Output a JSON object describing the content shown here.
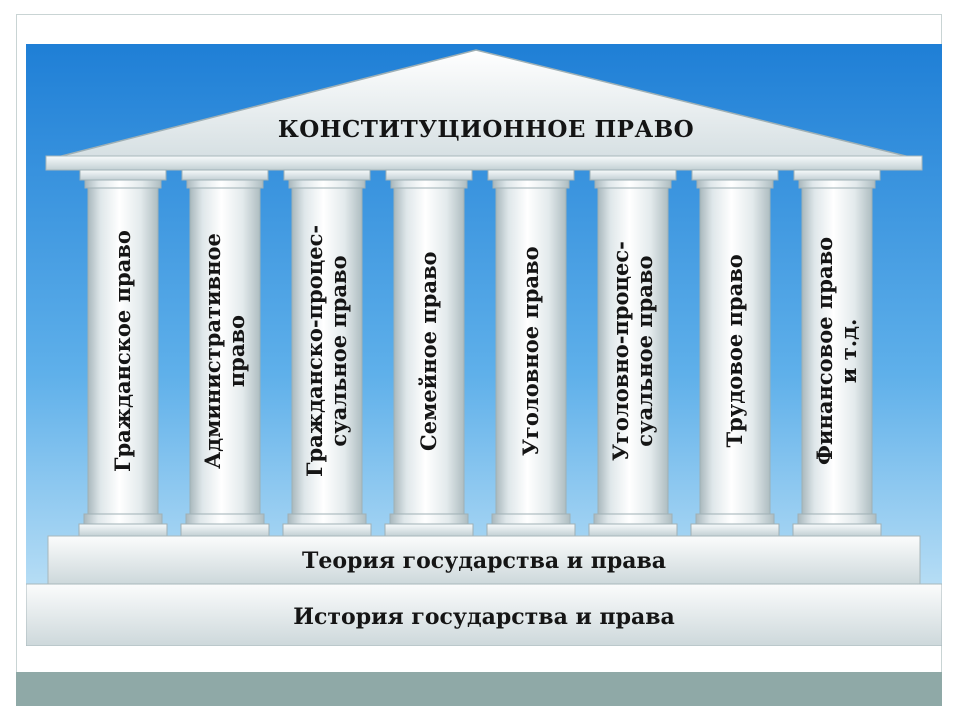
{
  "diagram": {
    "roof_label": "КОНСТИТУЦИОННОЕ ПРАВО",
    "pillars": [
      {
        "label": "Гражданское право"
      },
      {
        "label": "Административное\nправо"
      },
      {
        "label": "Гражданско-процес-\nсуальное право"
      },
      {
        "label": "Семейное право"
      },
      {
        "label": "Уголовное право"
      },
      {
        "label": "Уголовно-процес-\nсуальное право"
      },
      {
        "label": "Трудовое право"
      },
      {
        "label": "Финансовое право\nи т.д."
      }
    ],
    "upper_step_label": "Теория государства и права",
    "lower_step_label": "История государства и права"
  },
  "colors": {
    "sky_top": "#1f7fd6",
    "sky_bottom": "#bfe3f7",
    "marble": "#eef2f3",
    "marble_shade": "#b9c8cc",
    "bottom_bar": "#8fa9a7"
  }
}
